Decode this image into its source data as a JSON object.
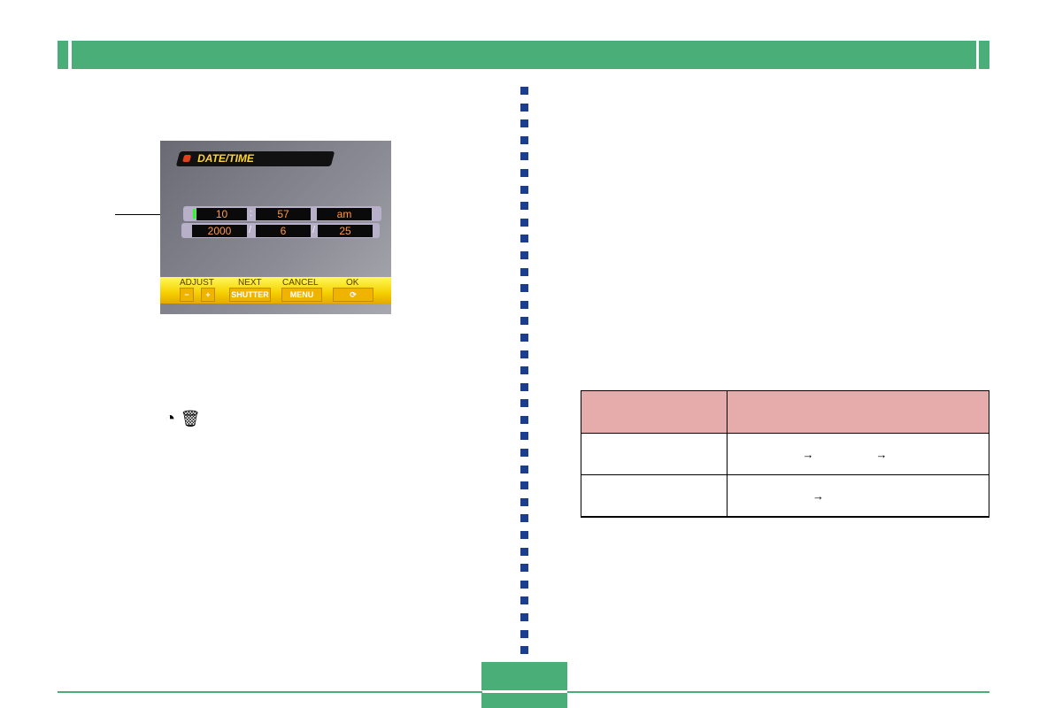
{
  "screen": {
    "title": "DATE/TIME",
    "time": {
      "hour": "10",
      "minute": "57",
      "ampm": "am",
      "sep": ":"
    },
    "date": {
      "year": "2000",
      "month": "6",
      "day": "25",
      "sep": "/"
    },
    "controls": [
      {
        "label": "ADJUST",
        "buttons": [
          "−",
          "+"
        ]
      },
      {
        "label": "NEXT",
        "buttons": [
          "SHUTTER"
        ]
      },
      {
        "label": "CANCEL",
        "buttons": [
          "MENU"
        ]
      },
      {
        "label": "OK",
        "buttons": [
          "⟳"
        ]
      }
    ]
  },
  "icons": {
    "timer": "◔",
    "delete": "🗑"
  },
  "table": {
    "arrows": [
      "→",
      "→",
      "→"
    ]
  },
  "colors": {
    "accent": "#4aae78",
    "dots": "#1c3e8e",
    "table_header": "#e6acac"
  }
}
